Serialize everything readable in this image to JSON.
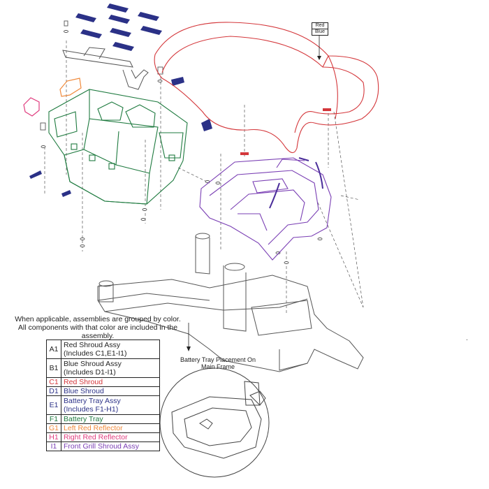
{
  "colors": {
    "red": "#d4373b",
    "blue": "#2b3187",
    "green": "#1e7a3f",
    "orange": "#f08a3c",
    "pink": "#e03c7e",
    "purple": "#7a3fb4",
    "line": "#555555"
  },
  "callout": {
    "red": "Red",
    "blue": "Blue"
  },
  "note": "When applicable, assemblies are grouped by color. All components with that color are included in the assembly.",
  "legend": [
    {
      "code": "A1",
      "line1": "Red Shroud Assy",
      "line2": "(Includes C1,E1-I1)",
      "color": "#222222"
    },
    {
      "code": "B1",
      "line1": "Blue Shroud Assy",
      "line2": "(Includes D1-I1)",
      "color": "#222222"
    },
    {
      "code": "C1",
      "line1": "Red Shroud",
      "color": "#d4373b"
    },
    {
      "code": "D1",
      "line1": "Blue Shroud",
      "color": "#2b3187"
    },
    {
      "code": "E1",
      "line1": "Battery Tray Assy",
      "line2": "(Includes F1-H1)",
      "color": "#2b3187"
    },
    {
      "code": "F1",
      "line1": "Battery Tray",
      "color": "#1e7a3f"
    },
    {
      "code": "G1",
      "line1": "Left Red Reflector",
      "color": "#f08a3c"
    },
    {
      "code": "H1",
      "line1": "Right Red Reflector",
      "color": "#e03c7e"
    },
    {
      "code": "I1",
      "line1": "Front Grill Shroud Assy",
      "color": "#7a3fb4"
    }
  ],
  "inset_title": "Battery Tray Placement On Main Frame",
  "stray_mark": "."
}
